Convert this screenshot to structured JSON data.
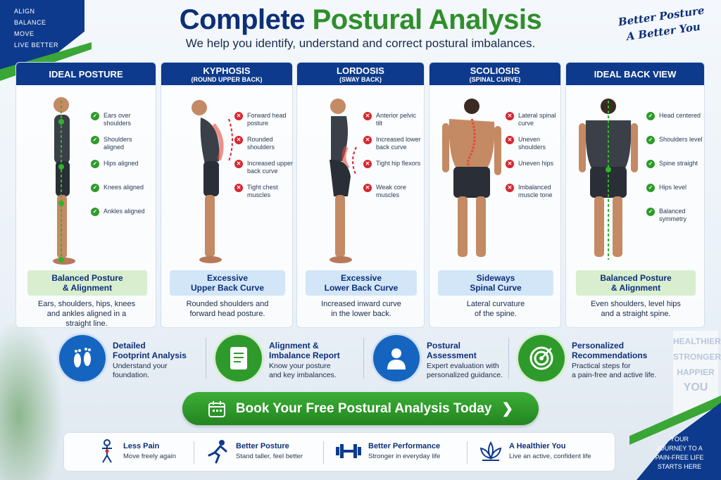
{
  "brand": {
    "top_left_lines": [
      "ALIGN",
      "BALANCE",
      "MOVE",
      "LIVE BETTER"
    ],
    "top_right_lines": [
      "Better Posture",
      "A Better You"
    ],
    "bottom_right_lines": [
      "YOUR",
      "JOURNEY TO A",
      "PAIN-FREE LIFE",
      "STARTS HERE"
    ],
    "wall_sign": [
      "HEALTHIER",
      "STRONGER",
      "HAPPIER",
      "YOU"
    ]
  },
  "header": {
    "title_part1": "Complete",
    "title_part2": "Postural Analysis",
    "subtitle": "We help you identify, understand and correct postural imbalances."
  },
  "panels": [
    {
      "title": "IDEAL POSTURE",
      "subtitle": "",
      "checks": [
        "Ears over shoulders",
        "Shoulders aligned",
        "Hips aligned",
        "Knees aligned",
        "Ankles aligned"
      ],
      "badge_lines": [
        "Balanced Posture",
        "& Alignment"
      ],
      "desc_lines": [
        "Ears, shoulders, hips, knees",
        "and ankles aligned in a",
        "straight line."
      ]
    },
    {
      "title": "KYPHOSIS",
      "subtitle": "(ROUND UPPER BACK)",
      "checks": [
        "Forward head posture",
        "Rounded shoulders",
        "Increased upper back curve",
        "Tight chest muscles"
      ],
      "badge_lines": [
        "Excessive",
        "Upper Back Curve"
      ],
      "desc_lines": [
        "Rounded shoulders and",
        "forward head posture."
      ]
    },
    {
      "title": "LORDOSIS",
      "subtitle": "(SWAY BACK)",
      "checks": [
        "Anterior pelvic tilt",
        "Increased lower back curve",
        "Tight hip flexors",
        "Weak core muscles"
      ],
      "badge_lines": [
        "Excessive",
        "Lower Back Curve"
      ],
      "desc_lines": [
        "Increased inward curve",
        "in the lower back."
      ]
    },
    {
      "title": "SCOLIOSIS",
      "subtitle": "(SPINAL CURVE)",
      "checks": [
        "Lateral spinal curve",
        "Uneven shoulders",
        "Uneven hips",
        "Imbalanced muscle tone"
      ],
      "badge_lines": [
        "Sideways",
        "Spinal Curve"
      ],
      "desc_lines": [
        "Lateral curvature",
        "of the spine."
      ]
    },
    {
      "title": "IDEAL BACK VIEW",
      "subtitle": "",
      "checks": [
        "Head centered",
        "Shoulders level",
        "Spine straight",
        "Hips level",
        "Balanced symmetry"
      ],
      "badge_lines": [
        "Balanced Posture",
        "& Alignment"
      ],
      "desc_lines": [
        "Even shoulders, level hips",
        "and a straight spine."
      ]
    }
  ],
  "features": [
    {
      "title_lines": [
        "Detailed",
        "Footprint Analysis"
      ],
      "desc_lines": [
        "Understand your",
        "foundation."
      ],
      "icon": "footprints-icon"
    },
    {
      "title_lines": [
        "Alignment &",
        "Imbalance Report"
      ],
      "desc_lines": [
        "Know your posture",
        "and key imbalances."
      ],
      "icon": "document-icon"
    },
    {
      "title_lines": [
        "Postural",
        "Assessment"
      ],
      "desc_lines": [
        "Expert evaluation with",
        "personalized guidance."
      ],
      "icon": "person-icon"
    },
    {
      "title_lines": [
        "Personalized",
        "Recommendations"
      ],
      "desc_lines": [
        "Practical steps for",
        "a pain-free and active life."
      ],
      "icon": "target-icon"
    }
  ],
  "cta": {
    "label": "Book Your Free Postural Analysis Today"
  },
  "benefits": [
    {
      "title": "Less Pain",
      "desc": "Move freely again",
      "icon": "body-pain-icon"
    },
    {
      "title": "Better Posture",
      "desc": "Stand taller, feel better",
      "icon": "runner-icon"
    },
    {
      "title": "Better Performance",
      "desc": "Stronger in everyday life",
      "icon": "dumbbell-icon"
    },
    {
      "title": "A Healthier You",
      "desc": "Live an active, confident life",
      "icon": "lotus-icon"
    }
  ],
  "colors": {
    "navy": "#0d3a8c",
    "green": "#2e9a2b",
    "ok": "#2e9a2b",
    "problem": "#d8262f"
  }
}
